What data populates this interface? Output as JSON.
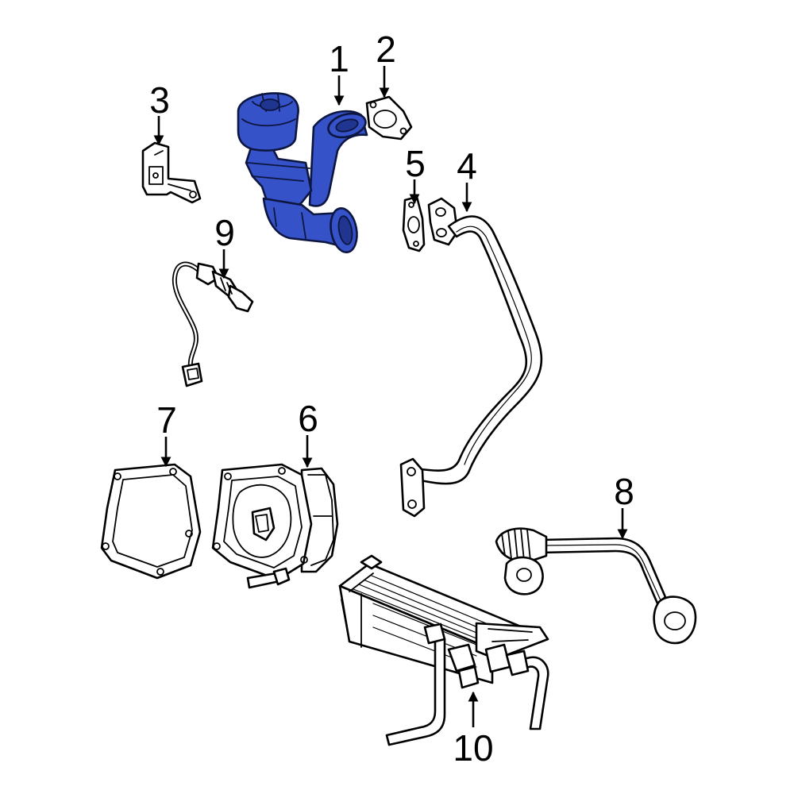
{
  "callouts": [
    {
      "id": "1",
      "label": "1",
      "highlighted": true
    },
    {
      "id": "2",
      "label": "2",
      "highlighted": false
    },
    {
      "id": "3",
      "label": "3",
      "highlighted": false
    },
    {
      "id": "4",
      "label": "4",
      "highlighted": false
    },
    {
      "id": "5",
      "label": "5",
      "highlighted": false
    },
    {
      "id": "6",
      "label": "6",
      "highlighted": false
    },
    {
      "id": "7",
      "label": "7",
      "highlighted": false
    },
    {
      "id": "8",
      "label": "8",
      "highlighted": false
    },
    {
      "id": "9",
      "label": "9",
      "highlighted": false
    },
    {
      "id": "10",
      "label": "10",
      "highlighted": false
    }
  ],
  "colors": {
    "highlight": "#3552c8",
    "outline": "#000000",
    "background": "#ffffff"
  }
}
